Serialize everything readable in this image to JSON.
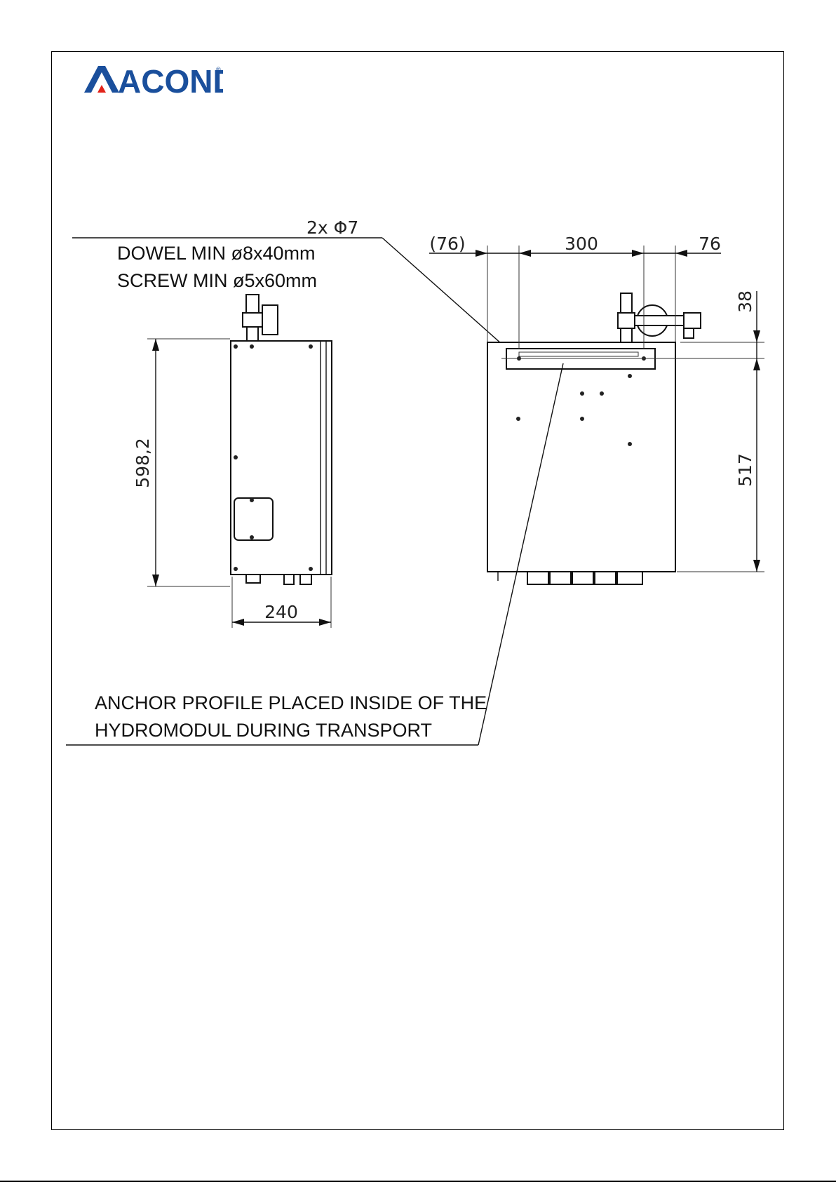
{
  "logo": {
    "text": "ACOND",
    "registered": "®",
    "color_blue": "#1a4f9c",
    "color_red": "#e2231a"
  },
  "notes": {
    "fixing_title": "2x Φ7",
    "fixing_line1": "DOWEL MIN ø8x40mm",
    "fixing_line2": "SCREW MIN ø5x60mm",
    "anchor_line1": "ANCHOR PROFILE PLACED INSIDE OF THE",
    "anchor_line2": "HYDROMODUL DURING TRANSPORT"
  },
  "dimensions": {
    "height_side": "598,2",
    "width_side": "240",
    "left_offset": "(76)",
    "hole_spacing": "300",
    "right_offset": "76",
    "top_offset": "38",
    "mount_height": "517"
  }
}
